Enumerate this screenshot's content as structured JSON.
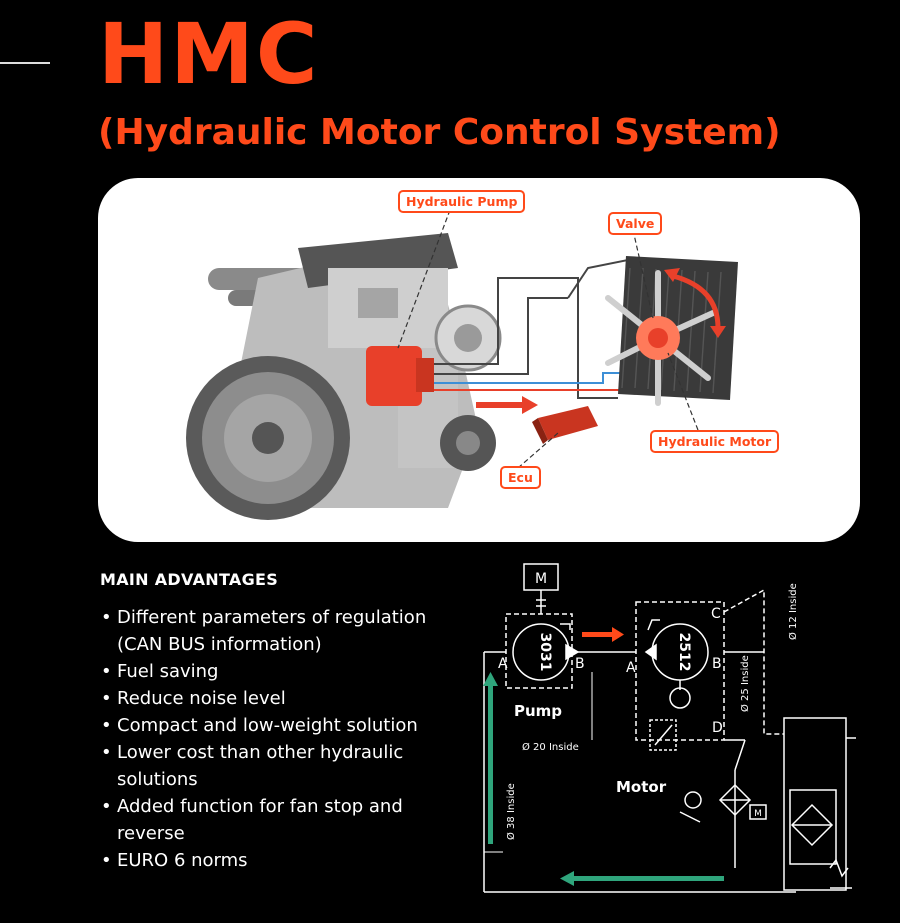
{
  "colors": {
    "accent": "#ff4a1a",
    "background": "#000000",
    "panel": "#ffffff",
    "return_arrow": "#2fa57c",
    "pipe_blue": "#3d8fd6"
  },
  "header": {
    "title": "HMC",
    "subtitle": "(Hydraulic Motor Control System)"
  },
  "illustration": {
    "callouts": {
      "pump": "Hydraulic Pump",
      "valve": "Valve",
      "motor": "Hydraulic Motor",
      "ecu": "Ecu"
    }
  },
  "advantages": {
    "heading": "MAIN ADVANTAGES",
    "items": [
      "Different parameters of regulation (CAN BUS information)",
      "Fuel saving",
      "Reduce noise level",
      "Compact and low-weight solution",
      "Lower cost than other hydraulic solutions",
      "Added function for fan stop and reverse",
      "EURO 6 norms"
    ]
  },
  "schematic": {
    "m_label": "M",
    "pump_code": "3031",
    "motor_code": "2512",
    "pump_label": "Pump",
    "motor_label": "Motor",
    "port_a": "A",
    "port_b": "B",
    "port_c": "C",
    "port_d": "D",
    "pipe_12": "Ø 12 Inside",
    "pipe_25": "Ø 25 Inside",
    "pipe_20": "Ø 20 Inside",
    "pipe_38": "Ø 38 Inside",
    "icon_label": "M"
  }
}
